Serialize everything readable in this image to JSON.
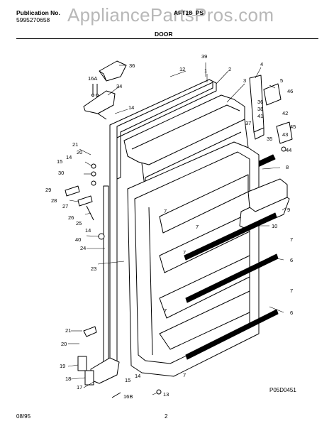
{
  "header": {
    "publication_label": "Publication No.",
    "publication_number": "5995270658",
    "model": "AFT18_PS",
    "watermark": "AppliancePartsPros.com",
    "title": "DOOR"
  },
  "callouts": {
    "c39": "39",
    "c12": "12",
    "c1": "1",
    "c2": "2",
    "c3": "3",
    "c4": "4",
    "c5": "5",
    "c46": "46",
    "c36": "36",
    "c38": "38",
    "c41": "41",
    "c42": "42",
    "c37": "37",
    "c43": "43",
    "c45": "45",
    "c35": "35",
    "c44": "44",
    "c36b": "36",
    "c16a": "16A",
    "c34": "34",
    "c14a": "14",
    "c21a": "21",
    "c20a": "20",
    "c14b": "14",
    "c15a": "15",
    "c30": "30",
    "c29": "29",
    "c28": "28",
    "c27": "27",
    "c26": "26",
    "c25": "25",
    "c14c": "14",
    "c40": "40",
    "c24": "24",
    "c23": "23",
    "c8a": "8",
    "c9": "9",
    "c7a": "7",
    "c7b": "7",
    "c10": "10",
    "c7c": "7",
    "c6a": "6",
    "c7d": "7",
    "c7e": "7",
    "c6b": "6",
    "c7f": "7",
    "c21b": "21",
    "c20b": "20",
    "c19": "19",
    "c18": "18",
    "c17": "17",
    "c14d": "14",
    "c15b": "15",
    "c16b": "16B",
    "c13": "13",
    "c7g": "7"
  },
  "footer": {
    "figure_code": "P05D0451",
    "date": "08/95",
    "page": "2"
  }
}
